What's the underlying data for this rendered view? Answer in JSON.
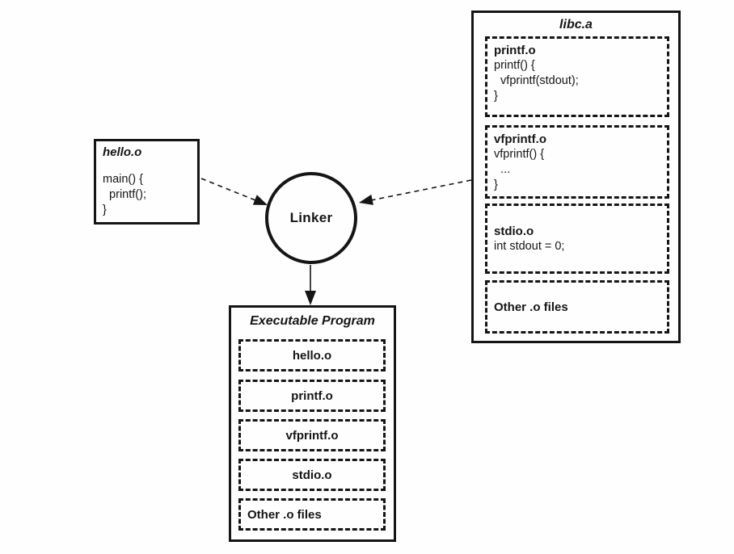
{
  "colors": {
    "ink": "#151515",
    "paper": "#fefefe"
  },
  "hello_box": {
    "title": "hello.o",
    "code_lines": [
      "main() {",
      "  printf();",
      "}"
    ]
  },
  "linker": {
    "label": "Linker"
  },
  "libc_box": {
    "title": "libc.a",
    "modules": [
      {
        "name": "printf.o",
        "code_lines": [
          "printf() {",
          "  vfprintf(stdout);",
          "}"
        ]
      },
      {
        "name": "vfprintf.o",
        "code_lines": [
          "vfprintf() {",
          "  ...",
          "}"
        ]
      },
      {
        "name": "stdio.o",
        "code_lines": [
          "int stdout = 0;"
        ]
      },
      {
        "name": "Other .o files",
        "code_lines": []
      }
    ]
  },
  "executable_box": {
    "title": "Executable Program",
    "modules": [
      "hello.o",
      "printf.o",
      "vfprintf.o",
      "stdio.o",
      "Other .o files"
    ]
  }
}
